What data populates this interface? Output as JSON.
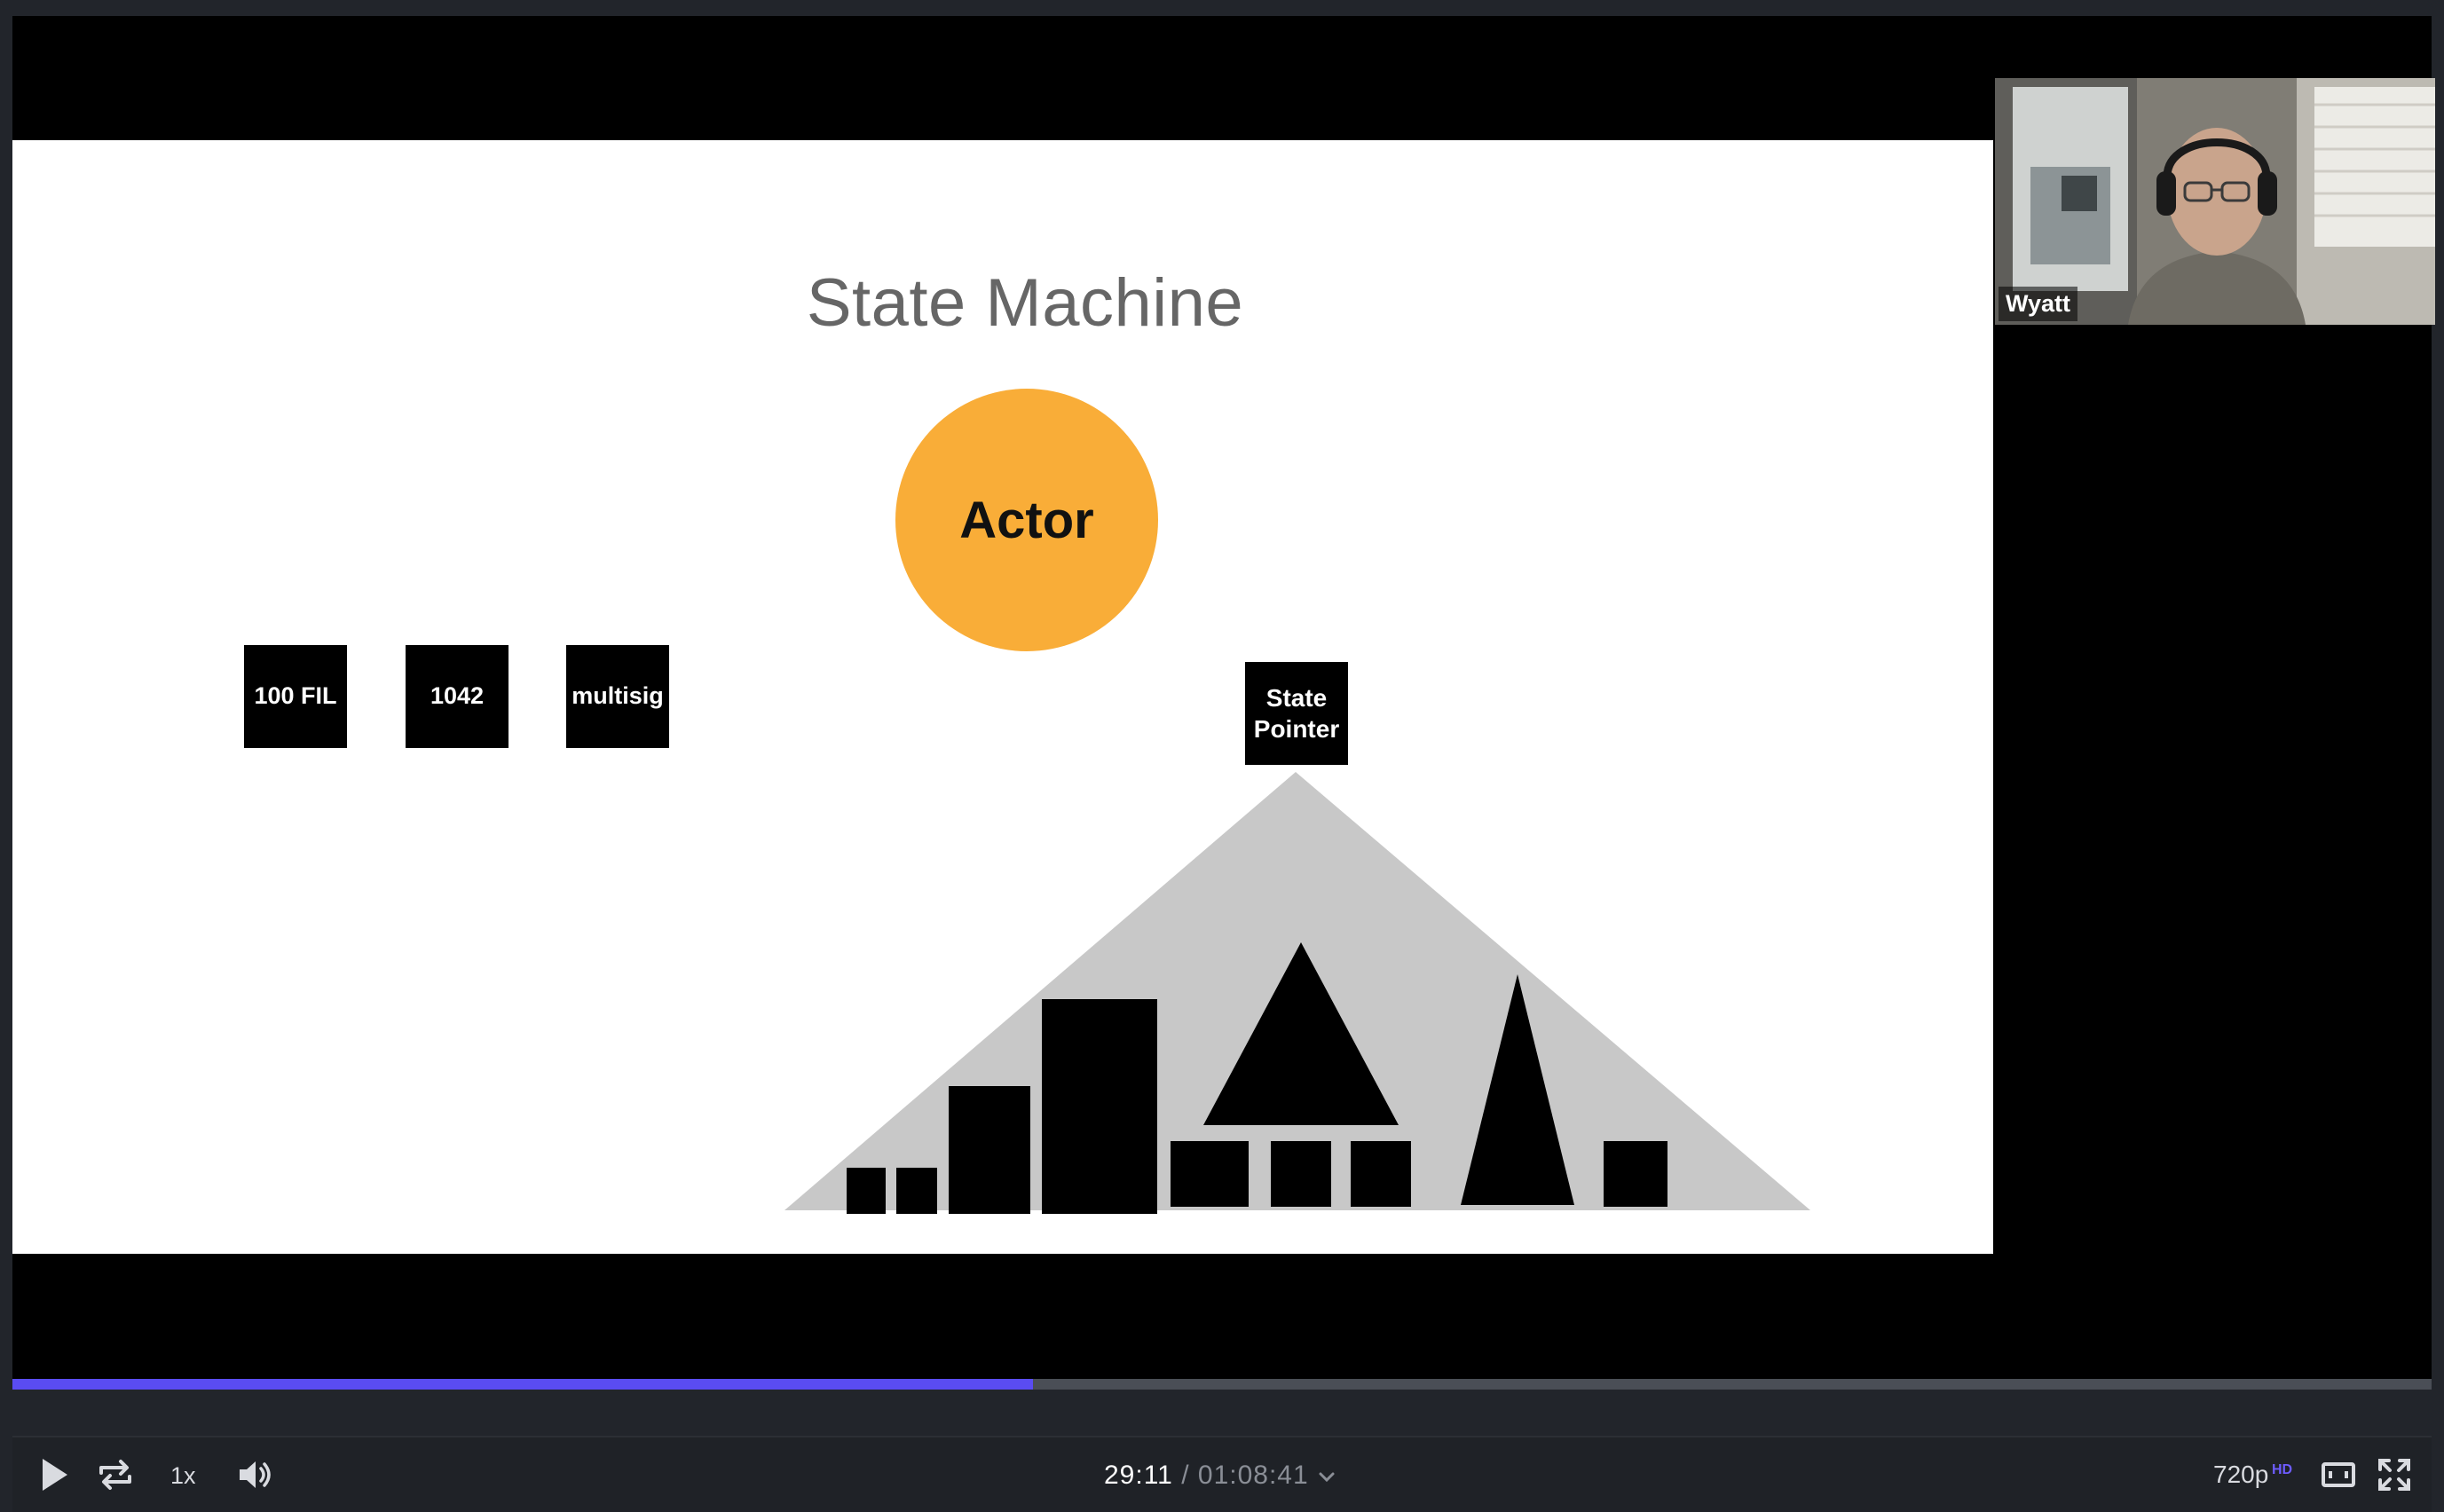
{
  "slide": {
    "title": "State Machine",
    "actor_label": "Actor",
    "boxes": [
      "100 FIL",
      "1042",
      "multisig"
    ],
    "state_pointer_label": "State Pointer",
    "colors": {
      "actor": "#f9ad38",
      "tree": "#c8c8c8",
      "shapes": "#000000"
    }
  },
  "webcam": {
    "participant_name": "Wyatt"
  },
  "player": {
    "progress_fraction": 0.4218,
    "speed_label": "1x",
    "current_time": "29:11",
    "separator": "/",
    "total_time": "01:08:41",
    "quality_label": "720p",
    "quality_badge": "HD",
    "icons": {
      "play": "play-icon",
      "loop": "loop-icon",
      "volume": "volume-icon",
      "dropdown": "chevron-down-icon",
      "theater": "theater-mode-icon",
      "fullscreen": "fullscreen-icon"
    },
    "accent_color": "#5a4cf2"
  }
}
